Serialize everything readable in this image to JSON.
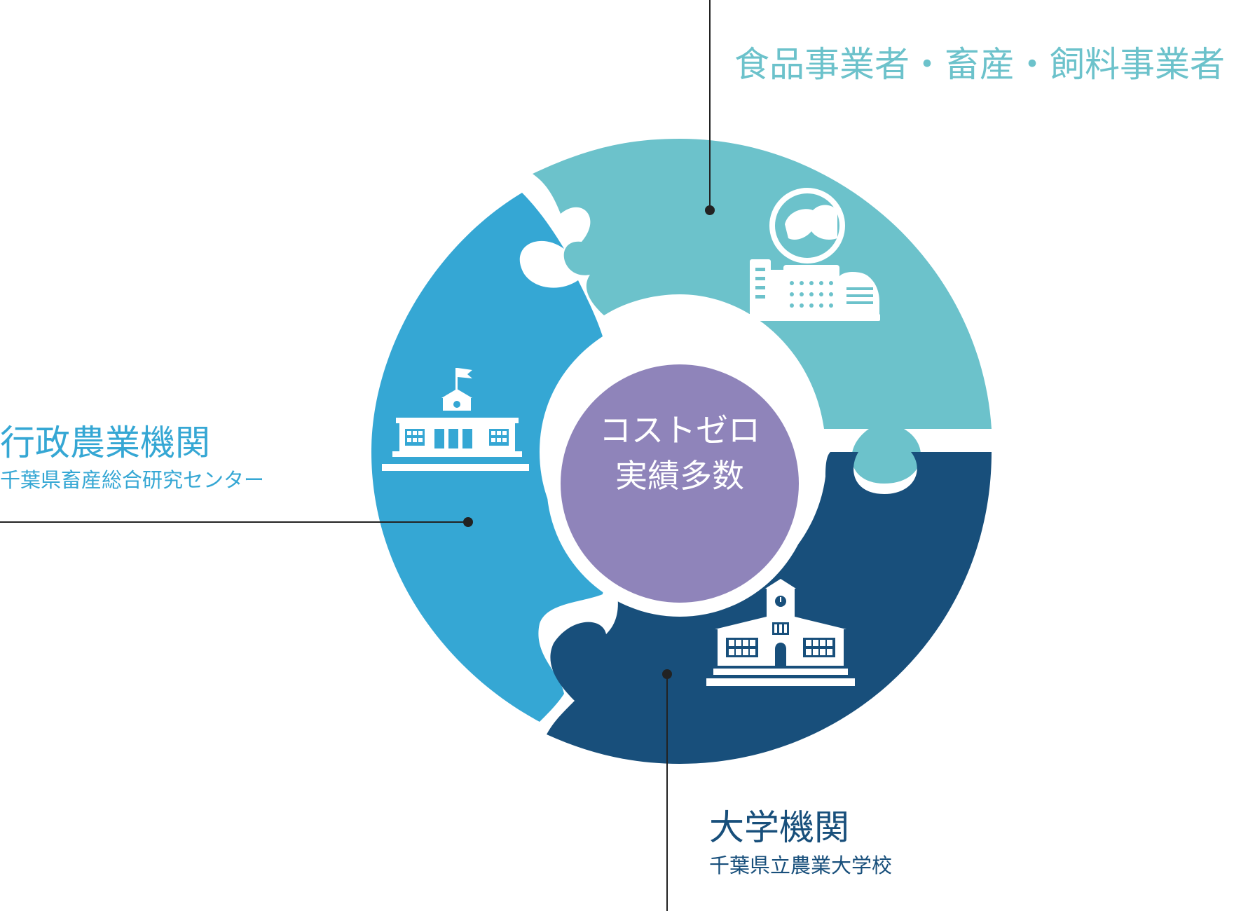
{
  "center": {
    "line1": "コストゼロ",
    "line2": "実績多数"
  },
  "segments": [
    {
      "title": "食品事業者・畜産・飼料事業者",
      "subtitle": "",
      "color": "#6cc2cb",
      "icon": "factory-globe-icon"
    },
    {
      "title": "行政農業機関",
      "subtitle": "千葉県畜産総合研究センター",
      "color": "#35a7d4",
      "icon": "government-building-icon"
    },
    {
      "title": "大学機関",
      "subtitle": "千葉県立農業大学校",
      "color": "#184f7b",
      "icon": "university-clocktower-icon"
    }
  ],
  "center_color": "#8f84ba",
  "leader_line_color": "#222222"
}
